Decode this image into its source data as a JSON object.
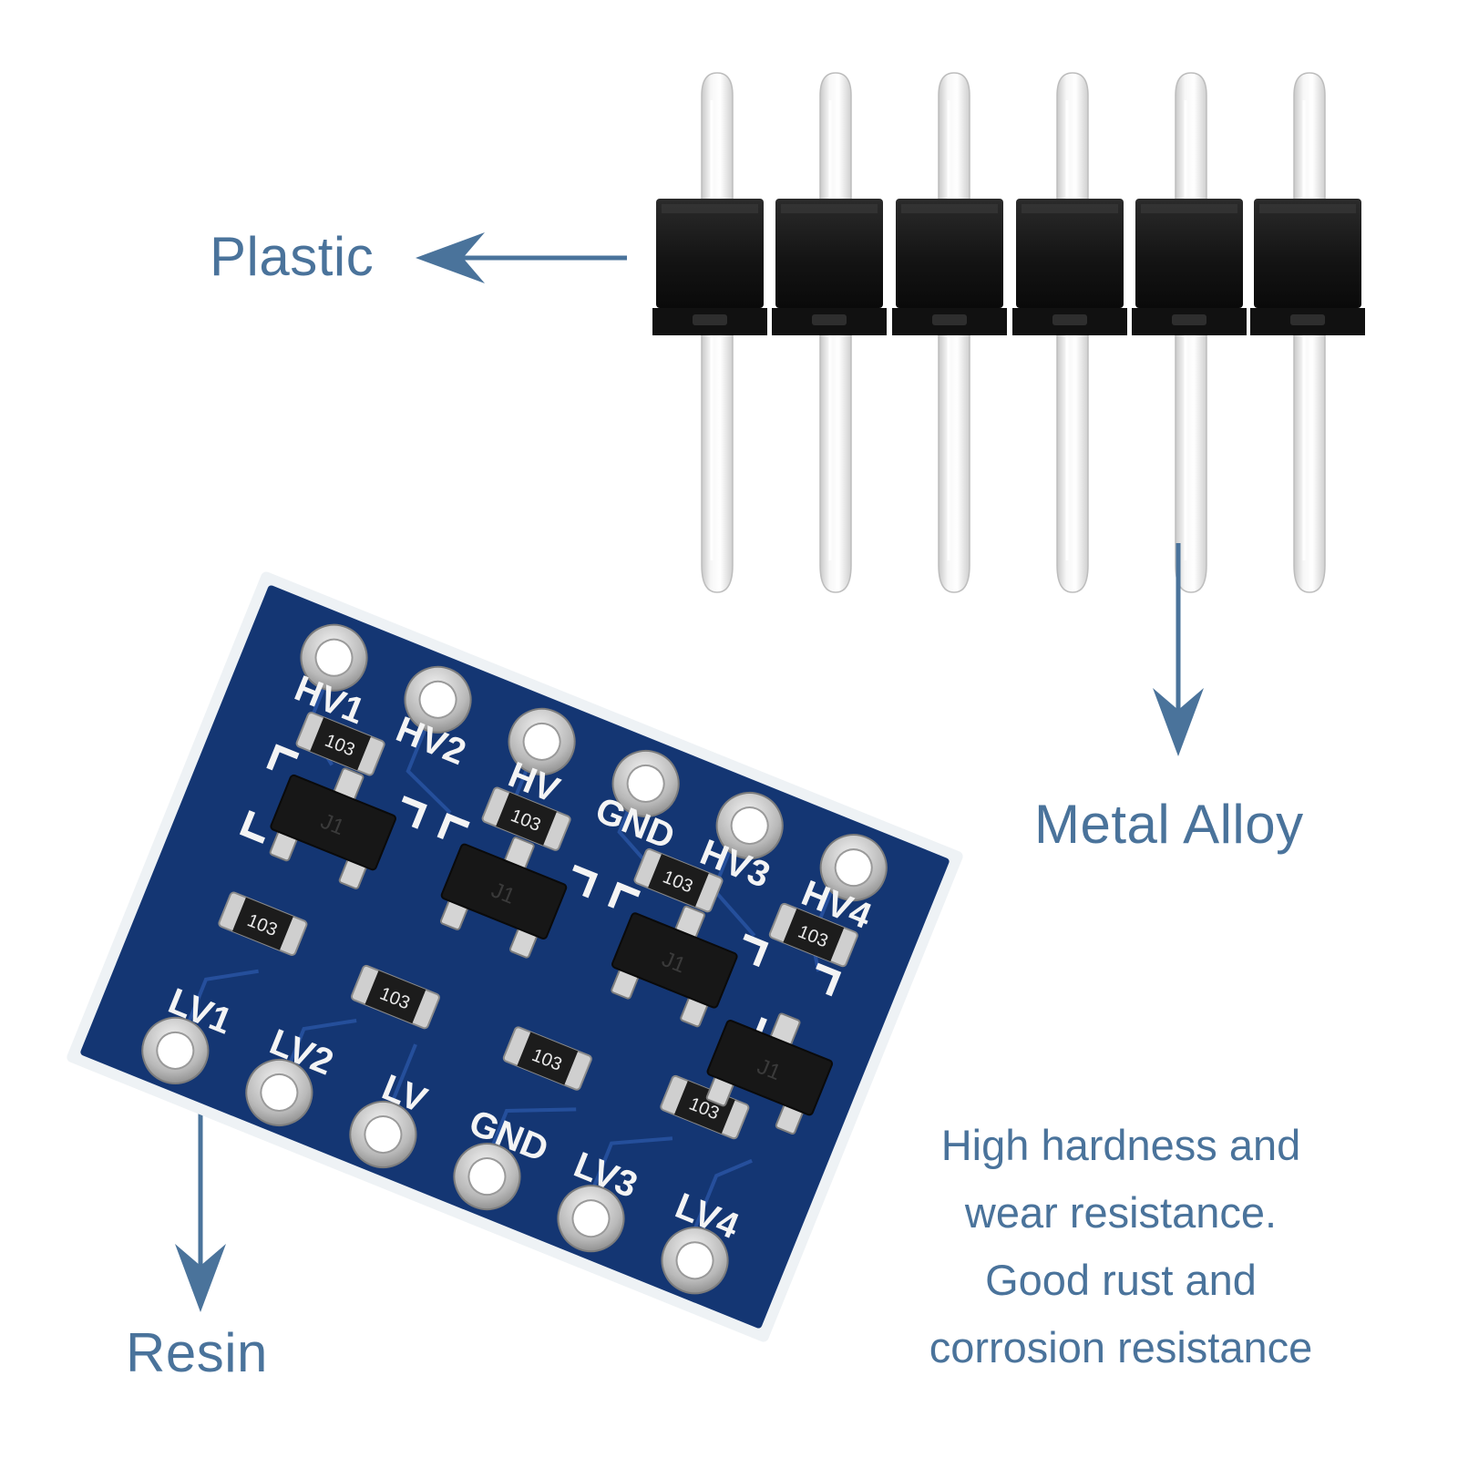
{
  "labels": {
    "plastic": "Plastic",
    "metal_alloy": "Metal Alloy",
    "resin": "Resin"
  },
  "description": {
    "lines": [
      "High hardness and",
      "wear resistance.",
      "Good rust and",
      "corrosion resistance"
    ]
  },
  "board": {
    "silkscreen": {
      "top": [
        "HV1",
        "HV2",
        "HV",
        "GND",
        "HV3",
        "HV4"
      ],
      "bottom": [
        "LV1",
        "LV2",
        "LV",
        "GND",
        "LV3",
        "LV4"
      ],
      "resistor_code": "103",
      "transistor_code": "J1"
    },
    "resistor_count": 8,
    "transistor_count": 4
  },
  "header": {
    "pin_count": 6
  },
  "colors": {
    "callout": "#4a739b",
    "pcb": "#163a7a",
    "plastic": "#1a1a1a",
    "pins": "#eeeeee"
  }
}
